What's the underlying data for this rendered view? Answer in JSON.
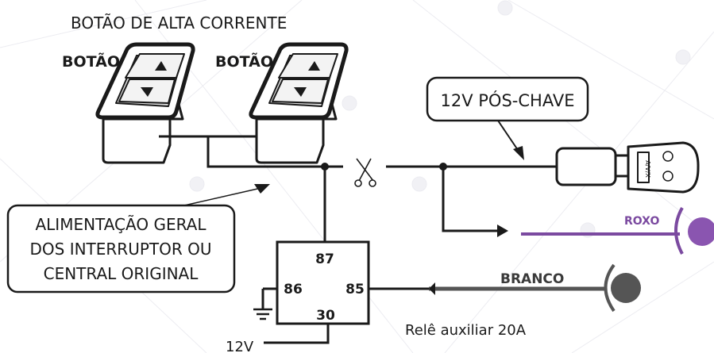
{
  "title": "BOTÃO DE ALTA CORRENTE",
  "buttons": [
    {
      "label": "BOTÃO"
    },
    {
      "label": "BOTÃO"
    }
  ],
  "callouts": {
    "ignition": "12V PÓS-CHAVE",
    "power_line1": "ALIMENTAÇÃO GERAL",
    "power_line2": "DOS INTERRUPTOR OU",
    "power_line3": "CENTRAL ORIGINAL"
  },
  "relay": {
    "pin87": "87",
    "pin86": "86",
    "pin85": "85",
    "pin30": "30",
    "caption": "Relê auxiliar 20A",
    "supply": "12V"
  },
  "wires": {
    "purple_label": "ROXO",
    "white_label": "BRANCO"
  },
  "key_text": "A/V/X",
  "colors": {
    "line": "#1a1a1a",
    "purple": "#7b4aa0",
    "white_wire": "#555555",
    "grid": "#e3e3e8"
  }
}
